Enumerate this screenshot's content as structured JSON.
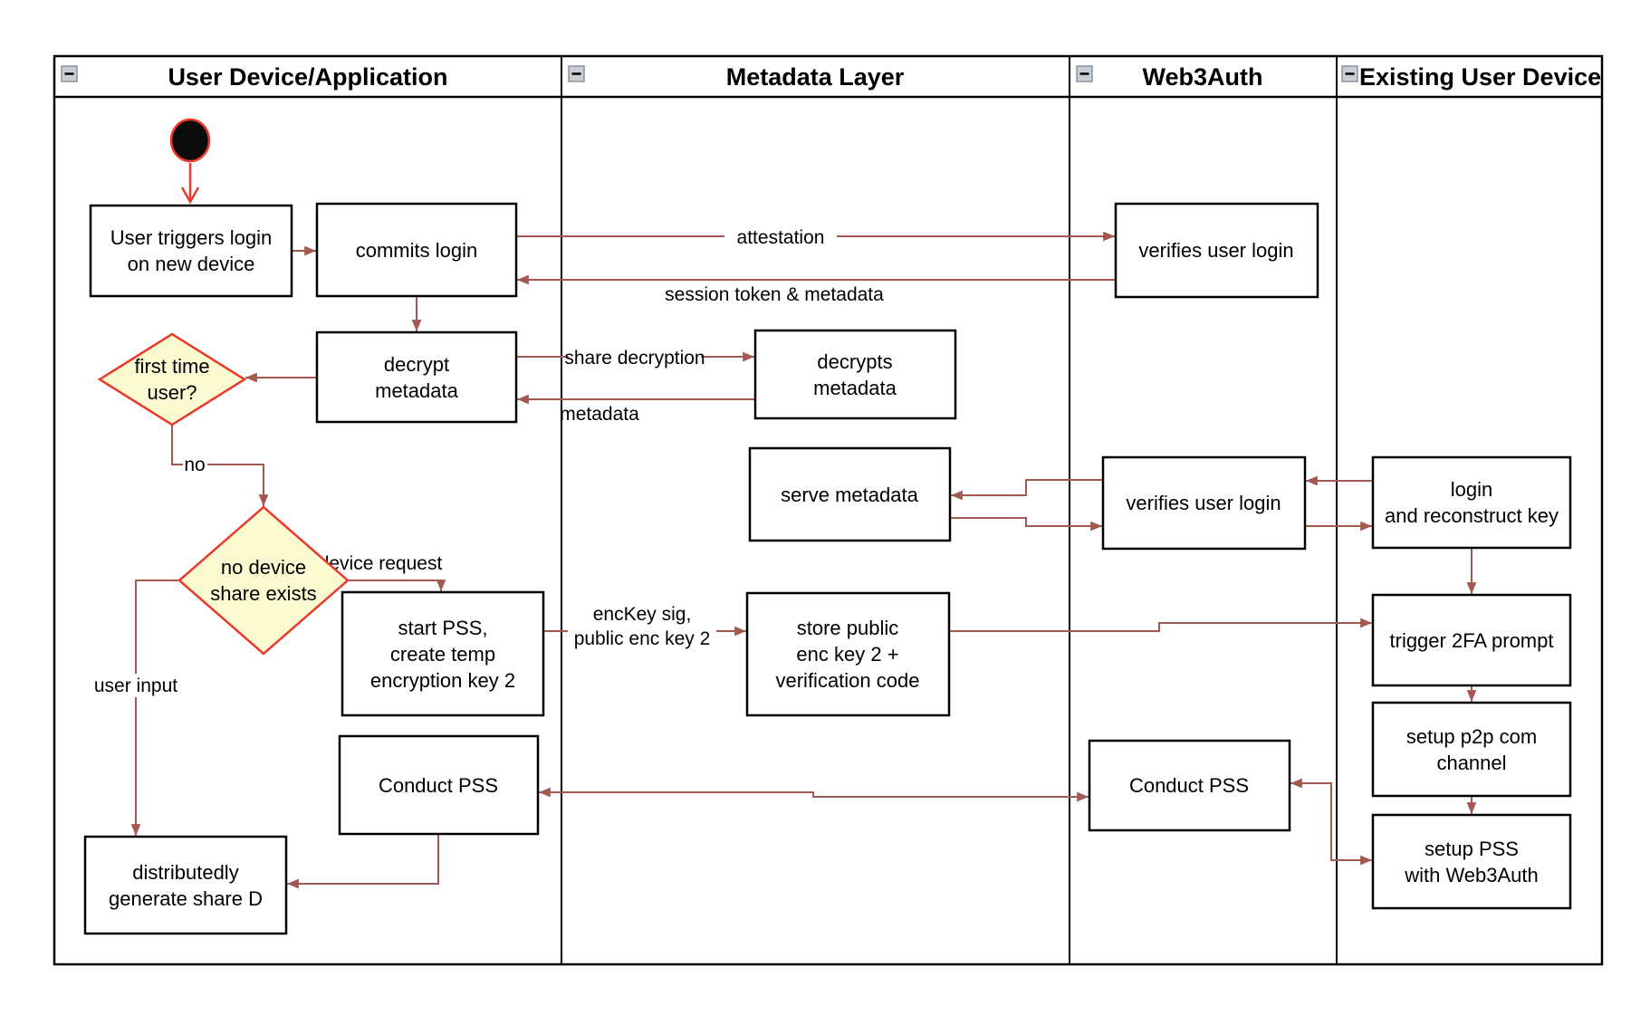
{
  "lanes": [
    {
      "title": "User Device/Application"
    },
    {
      "title": "Metadata Layer"
    },
    {
      "title": "Web3Auth"
    },
    {
      "title": "Existing User Device"
    }
  ],
  "icons": {
    "collapse_glyph": "−"
  },
  "nodes": {
    "start": {
      "shape": "initial-node"
    },
    "user_triggers_login": {
      "lines": [
        "User triggers login",
        "on new device"
      ]
    },
    "commits_login": {
      "lines": [
        "commits login"
      ]
    },
    "decrypt_metadata": {
      "lines": [
        "decrypt",
        "metadata"
      ]
    },
    "first_time_user": {
      "shape": "decision",
      "lines": [
        "first time",
        "user?"
      ]
    },
    "no_device_share_exists": {
      "shape": "decision",
      "lines": [
        "no device",
        "share exists"
      ]
    },
    "start_pss": {
      "lines": [
        "start PSS,",
        "create temp",
        "encryption key 2"
      ]
    },
    "conduct_pss_user": {
      "lines": [
        "Conduct PSS"
      ]
    },
    "distributedly_generate_share_d": {
      "lines": [
        "distributedly",
        "generate share D"
      ]
    },
    "decrypts_metadata": {
      "lines": [
        "decrypts",
        "metadata"
      ]
    },
    "serve_metadata": {
      "lines": [
        "serve metadata"
      ]
    },
    "store_public_enc_key": {
      "lines": [
        "store public",
        "enc key 2 +",
        "verification code"
      ]
    },
    "verifies_user_login_top": {
      "lines": [
        "verifies user login"
      ]
    },
    "verifies_user_login_mid": {
      "lines": [
        "verifies user login"
      ]
    },
    "conduct_pss_web3auth": {
      "lines": [
        "Conduct PSS"
      ]
    },
    "login_and_reconstruct_key": {
      "lines": [
        "login",
        "and reconstruct key"
      ]
    },
    "trigger_2fa_prompt": {
      "lines": [
        "trigger 2FA prompt"
      ]
    },
    "setup_p2p_com_channel": {
      "lines": [
        "setup p2p com",
        "channel"
      ]
    },
    "setup_pss_with_web3auth": {
      "lines": [
        "setup PSS",
        "with Web3Auth"
      ]
    }
  },
  "edge_labels": {
    "attestation": "attestation",
    "session_token_metadata": "session token & metadata",
    "share_decryption": "share decryption",
    "metadata": "metadata",
    "no": "no",
    "device_request": "device request",
    "enckey_sig_line1": "encKey sig,",
    "enckey_sig_line2": "public enc key 2",
    "user_input": "user input"
  },
  "colors": {
    "connector": "#A35850",
    "accent_red": "#EE3A2A",
    "decision_fill": "#FBFAD0",
    "node_fill": "#FFFFFF",
    "border": "#000000",
    "collapse_icon_fill": "#C9CDD4",
    "collapse_icon_border": "#8E939D"
  }
}
